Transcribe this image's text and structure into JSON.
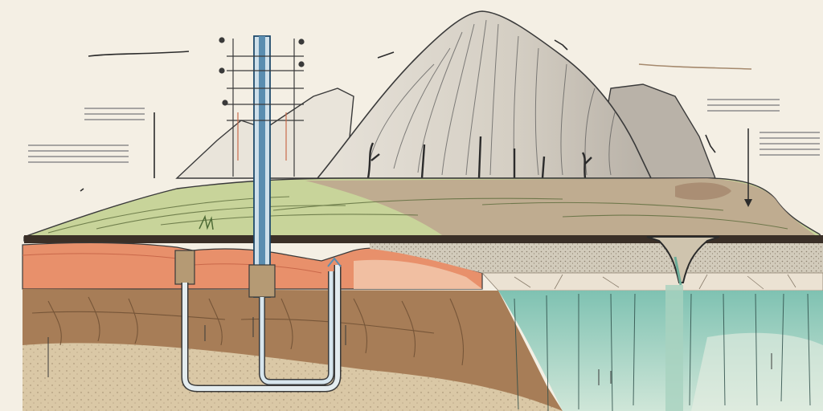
{
  "colors": {
    "paper": "#f4efe4",
    "mountain_light": "#dcd6cc",
    "mountain_shadow": "#a9a39a",
    "grass": "#b9c98a",
    "grass_dark": "#8ea45e",
    "topsoil": "#c9b59b",
    "clay_orange": "#e58a63",
    "clay_light": "#f0c0a2",
    "sediment_brown": "#a57b55",
    "sand": "#d8c6a4",
    "gravel": "#cfc8b8",
    "aquifer": "#7fc2b2",
    "aquifer_light": "#b6dbcc",
    "pipe": "#5a8db0",
    "ink": "#2b2b2b"
  },
  "illustration": {
    "elements": [
      "mountain",
      "grass-layer",
      "clay-layer",
      "sediment-layer",
      "aquifer",
      "well-pipe",
      "u-shaped-pipe",
      "monitoring-rod",
      "annotation-lines"
    ]
  }
}
